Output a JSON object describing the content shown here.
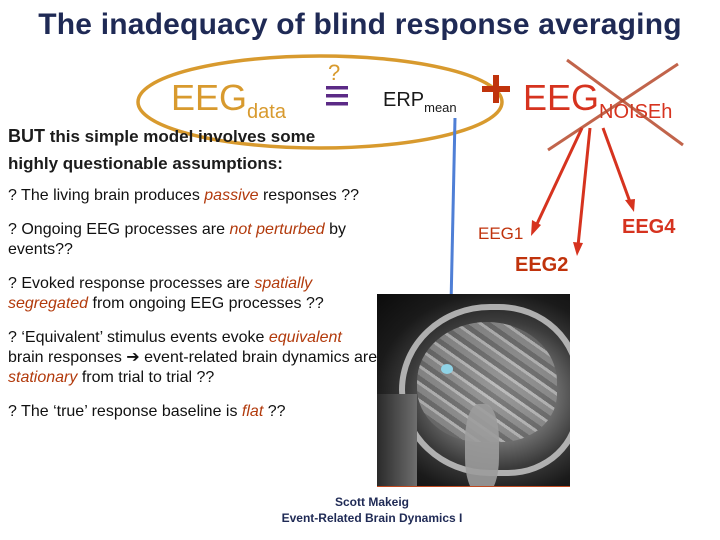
{
  "title": "The inadequacy of blind response averaging",
  "equation": {
    "eeg_data_main": "EEG",
    "eeg_data_sub": "data",
    "question_mark": "?",
    "erp_main": "ERP",
    "erp_sub": "mean",
    "eeg_noise_main": "EEG",
    "eeg_noise_sub": "NOISEh"
  },
  "intro": {
    "but": "BUT",
    "line1": "this simple model involves some",
    "line2": "highly questionable assumptions:"
  },
  "eeg_labels": [
    "EEG1",
    "EEG2",
    "EEG4"
  ],
  "bullets": [
    {
      "a": "? The living brain produces ",
      "em": "passive",
      "b": " responses ??"
    },
    {
      "a": "? Ongoing EEG processes are ",
      "em": "not perturbed",
      "b": " by events??"
    },
    {
      "a": "? Evoked response processes are ",
      "em": "spatially segregated",
      "b": " from ongoing EEG processes ??"
    },
    {
      "a": "? ‘Equivalent’ stimulus events evoke ",
      "em": "equivalent",
      "b": " brain responses ➔ event-related brain dynamics are ",
      "em2": "stationary",
      "c": " from trial to trial ??"
    },
    {
      "a": "? The ‘true’ response baseline is ",
      "em": "flat",
      "b": " ??"
    }
  ],
  "footer": {
    "line1": "Scott Makeig",
    "line2": "Event-Related Brain Dynamics I"
  },
  "colors": {
    "orange": "#d89a2e",
    "purple": "#5b2a86",
    "red": "#d6331f",
    "blue": "#4f7fd6",
    "navy": "#1f2a55"
  }
}
